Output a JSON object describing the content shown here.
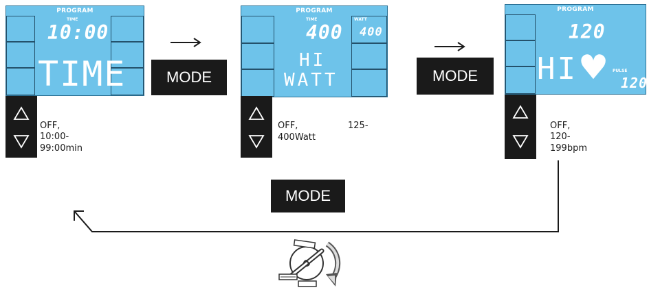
{
  "screens": [
    {
      "header": "PROGRAM",
      "small_label": "TIME",
      "big_value": "10:00",
      "dot_text": "TIME",
      "value_text": "OFF, 10:00-99:00min"
    },
    {
      "header": "PROGRAM",
      "small_label": "TIME",
      "big_value": "400",
      "corner_label": "WATT",
      "corner_value": "400",
      "dot_line1": "HI",
      "dot_line2": "WATT",
      "value_line1_a": "OFF,",
      "value_line1_b": "125-",
      "value_line2": "400Watt"
    },
    {
      "header": "PROGRAM",
      "big_value": "120",
      "dot_text": "HI",
      "heart": "♥",
      "corner_label": "PULSE",
      "corner_value": "120",
      "value_text": "OFF, 120-199bpm"
    }
  ],
  "mode_buttons": [
    "MODE",
    "MODE",
    "MODE"
  ],
  "icons": [
    "up-triangle-icon",
    "down-triangle-icon",
    "right-arrow-icon",
    "pedal-rotation-icon"
  ]
}
